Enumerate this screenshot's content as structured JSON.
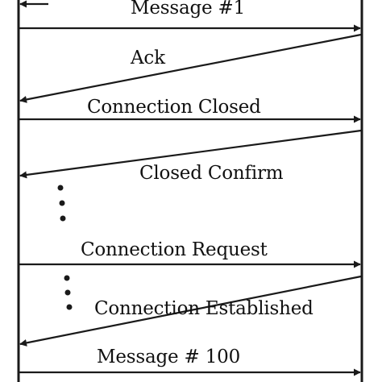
{
  "diagram": {
    "messages": [
      {
        "label": "Message #1",
        "direction": "left-to-right"
      },
      {
        "label": "Ack",
        "direction": "right-to-left"
      },
      {
        "label": "Connection Closed",
        "direction": "left-to-right"
      },
      {
        "label": "Closed Confirm",
        "direction": "right-to-left"
      },
      {
        "label": "Connection Request",
        "direction": "left-to-right"
      },
      {
        "label": "Connection Established",
        "direction": "right-to-left"
      },
      {
        "label": "Message # 100",
        "direction": "left-to-right"
      }
    ]
  },
  "colors": {
    "line": "#1a1a1a",
    "background": "#ffffff"
  }
}
